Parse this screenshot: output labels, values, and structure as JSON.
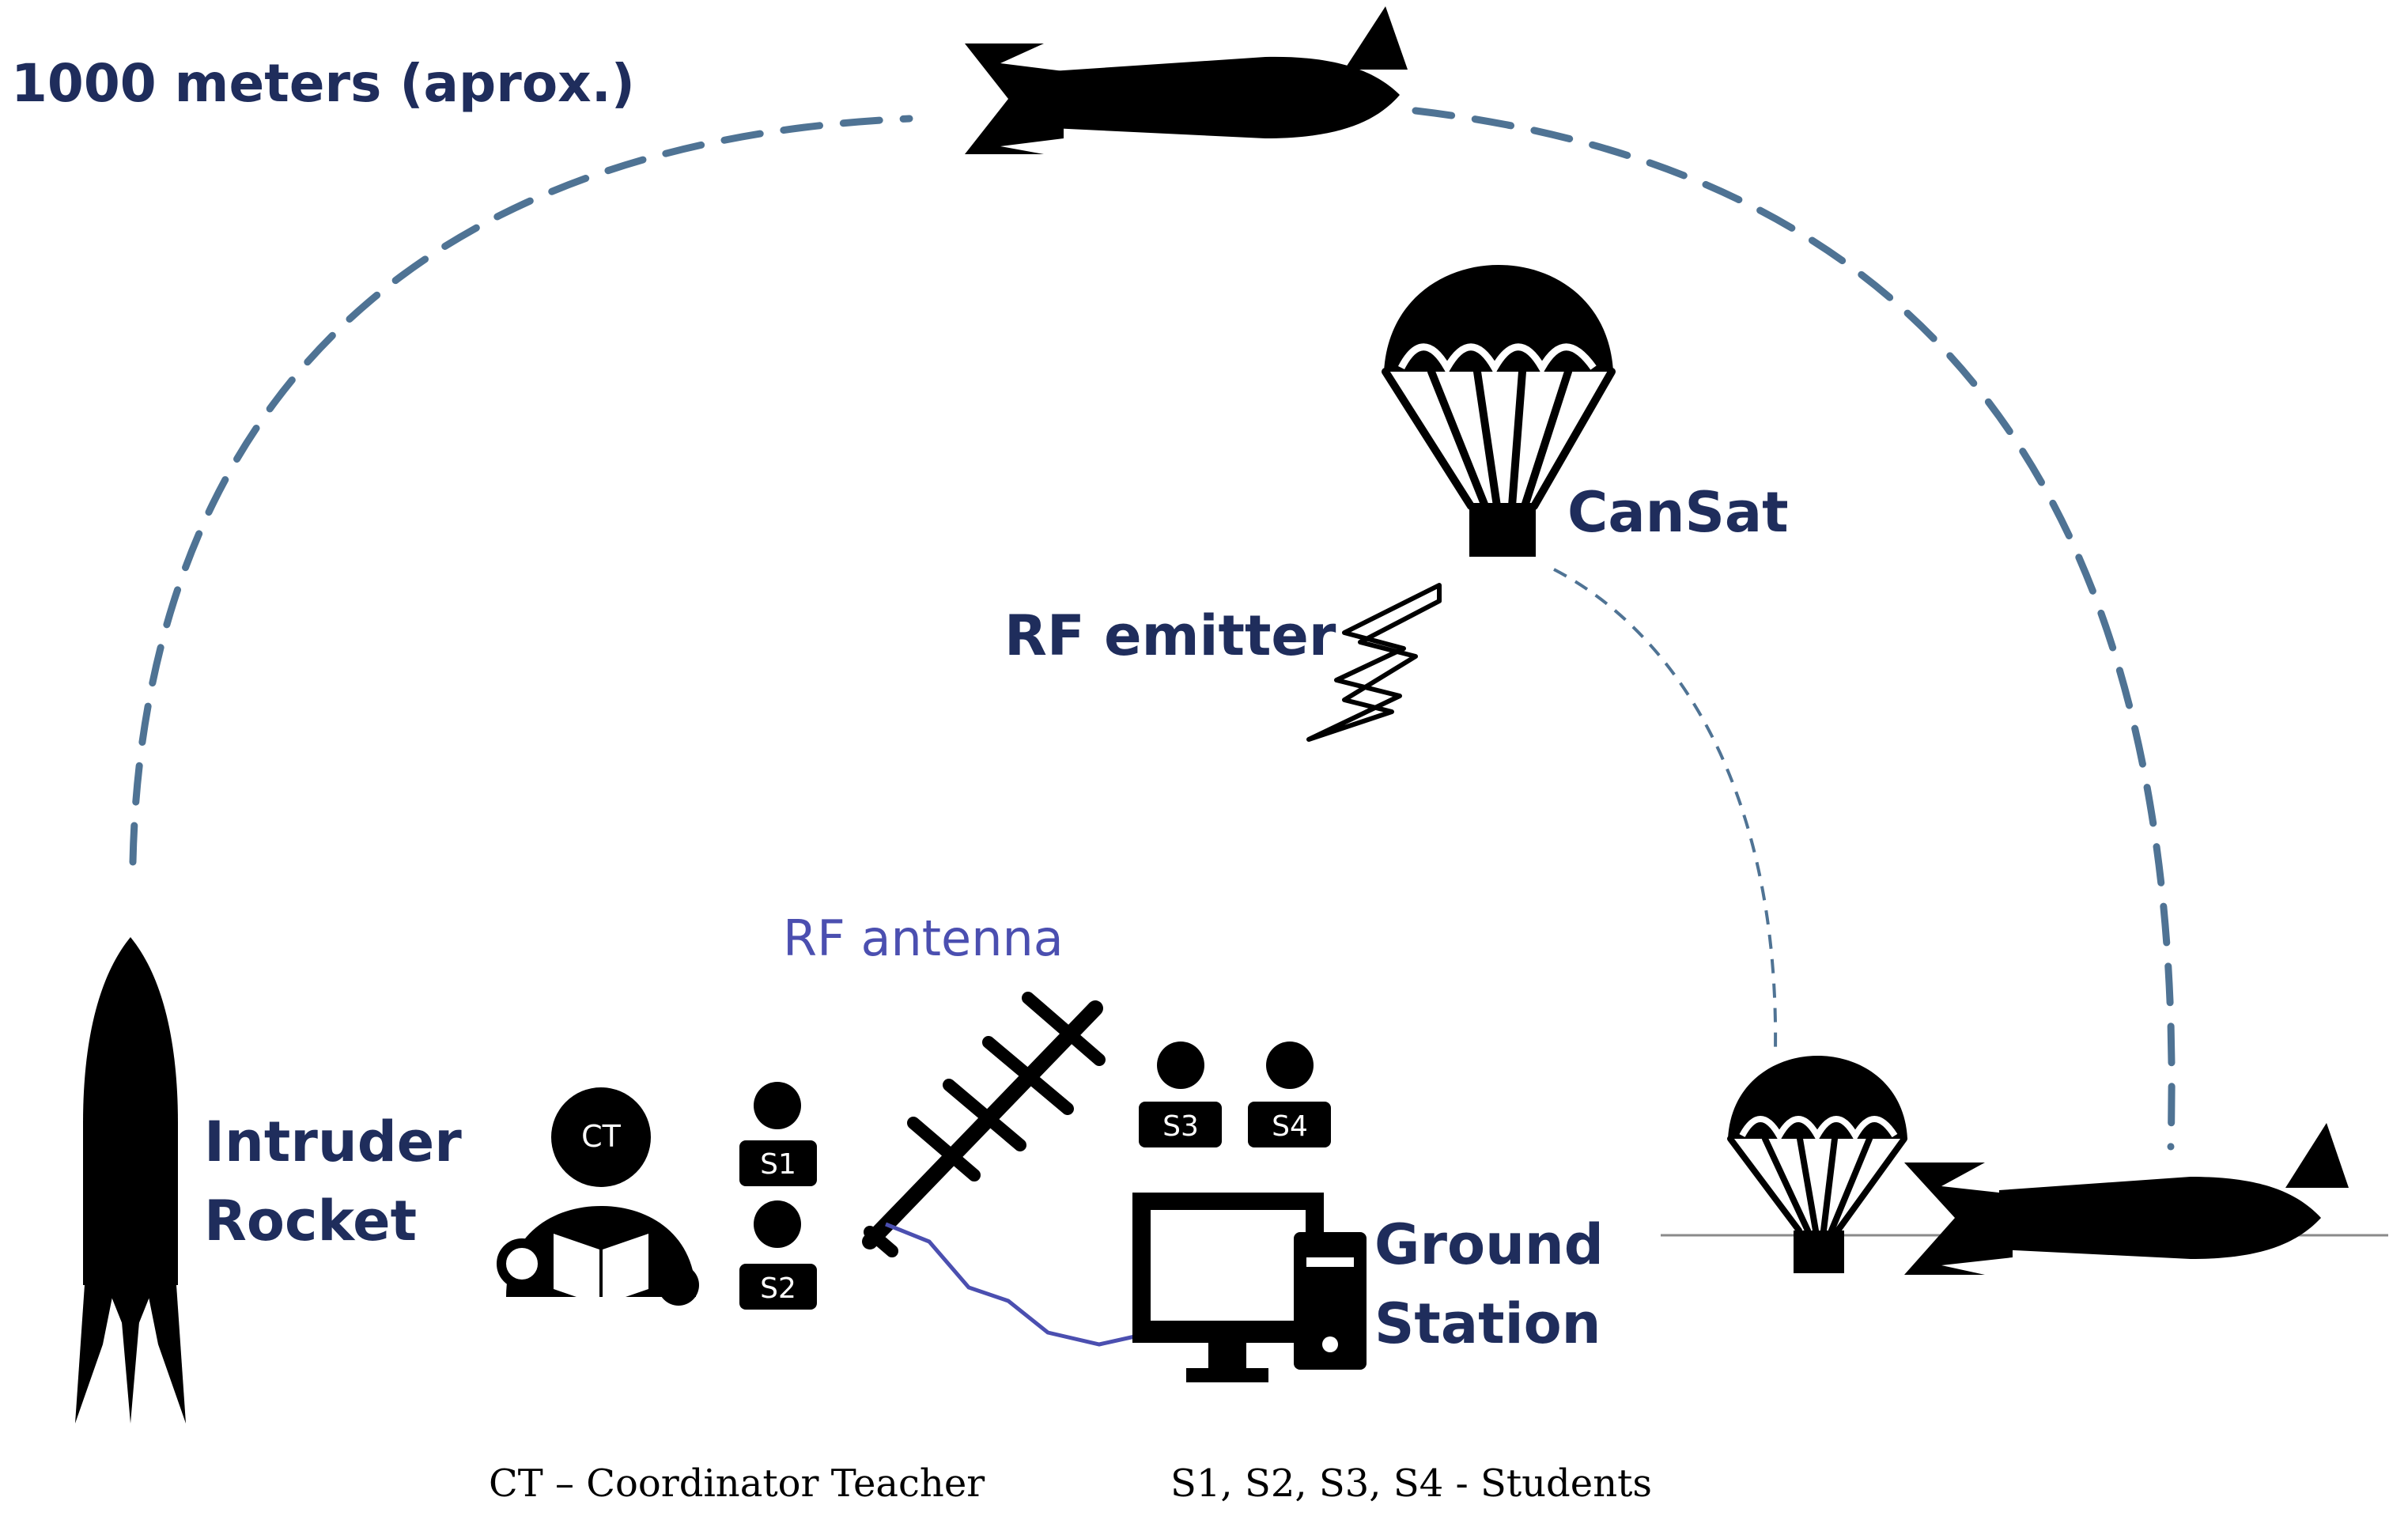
{
  "labels": {
    "altitude": "1000 meters (aprox.)",
    "cansat": "CanSat",
    "rf_emitter": "RF emitter",
    "rf_antenna": "RF antenna",
    "intruder_line1": "Intruder",
    "intruder_line2": "Rocket",
    "ground_line1": "Ground",
    "ground_line2": "Station"
  },
  "people": {
    "ct": "CT",
    "s1": "S1",
    "s2": "S2",
    "s3": "S3",
    "s4": "S4"
  },
  "legend": {
    "coordinator": "CT – Coordinator Teacher",
    "students": "S1, S2, S3, S4 - Students"
  },
  "colors": {
    "label": "#1f2d5c",
    "trajectory": "#4f7394",
    "antenna_cable": "#4b4fb0",
    "silhouette": "#000000"
  }
}
